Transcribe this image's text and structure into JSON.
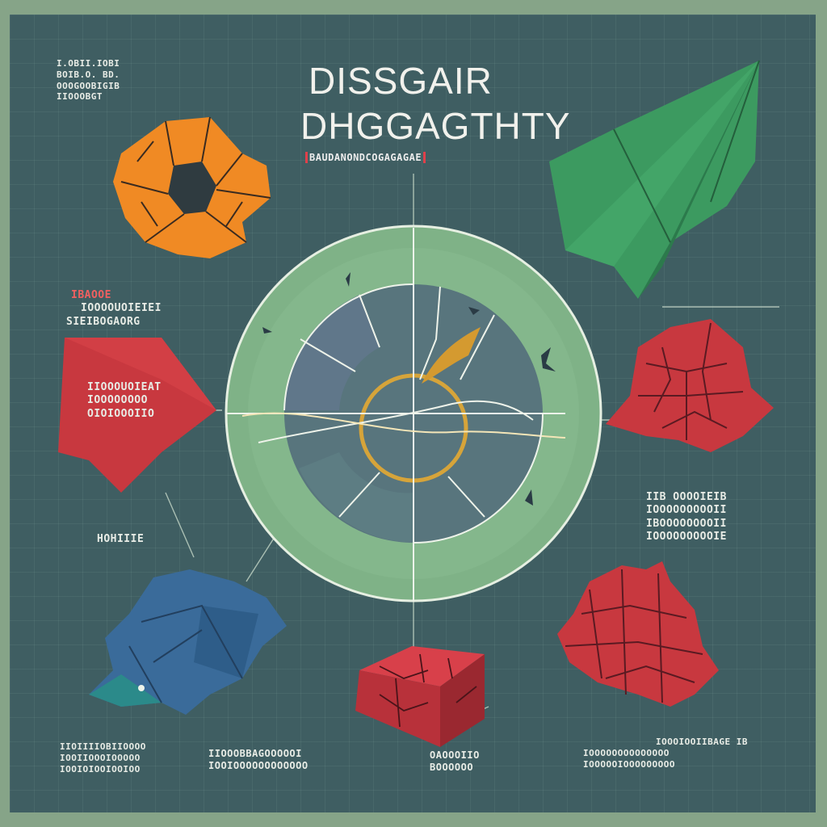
{
  "title": {
    "line1": "DISSGAIR",
    "line2": "DHGGAGTHTY"
  },
  "subtitle": "BAUDANONDCOGAGAGAE",
  "labels": {
    "top_left": [
      "I.OBII.IOBI",
      "BOIB.O. BD.",
      "OOOGOOBIGIB",
      "IIOOOBGT"
    ],
    "left_red_header": [
      "IBAOOE",
      "IOOOOUOIEIEI",
      "SIEIBOGAORG"
    ],
    "left_red_body": [
      "IIOOOUOIEAT",
      "IOOOOOOOO",
      "OIOIOOOIIO"
    ],
    "left_mid": "HOHIIIE",
    "right_mid": [
      "IIB OOOOIEIB",
      "IOOOOOOOOOII",
      "IBOOOOOOOOII",
      "IOOOOOOOOOIE"
    ],
    "bottom_left": [
      "IIOIIIIOBIIOOOO",
      "IOOIIOOOIOOOOO",
      "IOOIOIOOIOOIOO"
    ],
    "bottom_center_left": [
      "IIOOOBBAGOOOOOI",
      "IOOIOOOOOOOOOOOO"
    ],
    "bottom_center": [
      "OAOOOIIO",
      "BOOOOOO"
    ],
    "bottom_right": [
      "IOOOIOOIIBAGE IB",
      "IOOOOOOOOOOOOOO",
      "IOOOOOIOOOOOOOOO"
    ]
  },
  "icons": {
    "orange": "cracked-orange-leaf-icon",
    "green": "green-paper-leaf-icon",
    "left_red": "red-leaf-panel-icon",
    "right_red": "cracked-red-leaf-icon",
    "blue": "crumpled-blue-leaf-icon",
    "box": "cracked-red-box-icon",
    "bottom_right_red": "cracked-red-blob-icon"
  },
  "colors": {
    "board": "#3f5e62",
    "frame": "#86a488",
    "circle_fill": "#7fb287",
    "inner_disc": "#506a7a",
    "ring_gold": "#d6a43a",
    "orange_leaf": "#f08a24",
    "green_leaf": "#3c9a60",
    "red": "#c8383f",
    "blue_leaf": "#3a6b9a",
    "accent_red": "#e0404a"
  }
}
